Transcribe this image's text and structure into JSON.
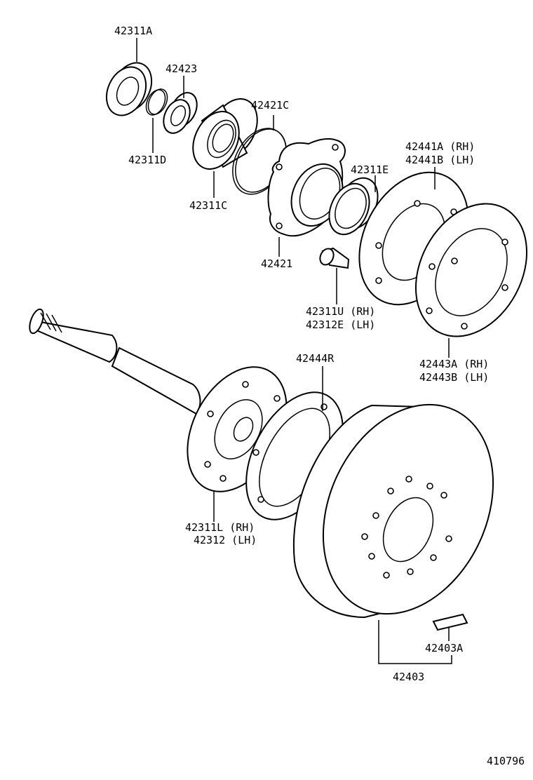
{
  "labels": {
    "p42311A": "42311A",
    "p42423": "42423",
    "p42311D": "42311D",
    "p42421C": "42421C",
    "p42311C": "42311C",
    "p42441A": "42441A (RH)",
    "p42441B": "42441B (LH)",
    "p42311E": "42311E",
    "p42421": "42421",
    "p42311U": "42311U (RH)",
    "p42312E": "42312E (LH)",
    "p42443A": "42443A (RH)",
    "p42443B": "42443B (LH)",
    "p42444R": "42444R",
    "p42311L": "42311L (RH)",
    "p42312": "42312 (LH)",
    "p42403A": "42403A",
    "p42403": "42403"
  },
  "figure_number": "410796"
}
